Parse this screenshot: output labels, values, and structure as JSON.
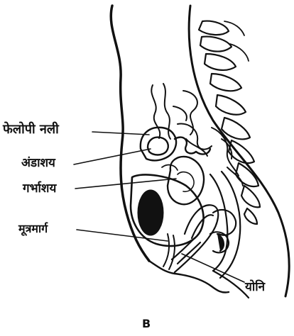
{
  "labels": {
    "fallopian_tube": "फेलोपी नली",
    "ovary": "अंडाशय",
    "uterus": "गर्भाशय",
    "urethra": "मूत्रमार्ग",
    "vagina": "योनि"
  },
  "caption": "B"
}
